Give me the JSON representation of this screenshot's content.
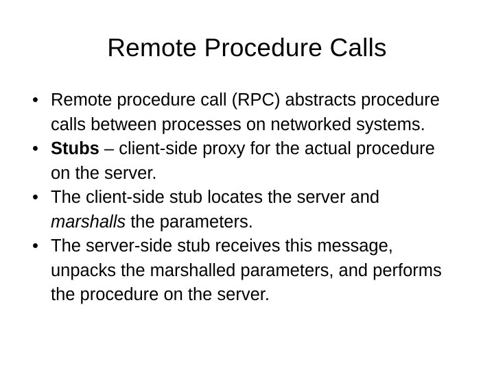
{
  "slide": {
    "title": "Remote Procedure Calls",
    "background_color": "#ffffff",
    "text_color": "#000000",
    "bullet_glyph": "•",
    "bullets": [
      {
        "runs": [
          {
            "text": "Remote procedure call (RPC) abstracts procedure calls between processes on networked systems.",
            "style": "normal"
          }
        ]
      },
      {
        "runs": [
          {
            "text": "Stubs",
            "style": "bold"
          },
          {
            "text": " – client-side proxy for the actual procedure on the server.",
            "style": "normal"
          }
        ]
      },
      {
        "runs": [
          {
            "text": "The client-side stub locates the server and ",
            "style": "normal"
          },
          {
            "text": "marshalls",
            "style": "italic"
          },
          {
            "text": " the parameters.",
            "style": "normal"
          }
        ]
      },
      {
        "runs": [
          {
            "text": "The server-side stub receives this message, unpacks the marshalled parameters, and performs the procedure on the server.",
            "style": "normal"
          }
        ]
      }
    ]
  }
}
